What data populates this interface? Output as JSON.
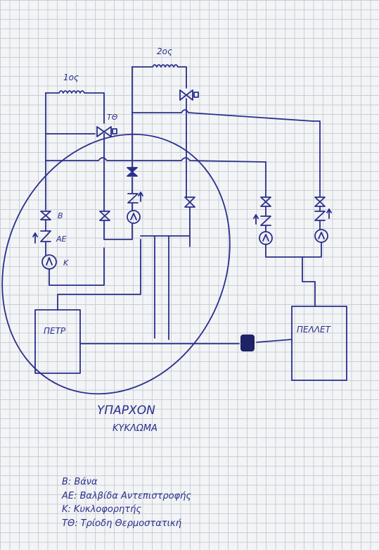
{
  "title": "ΥΠΑΡΧΟΝ ΚΥΚΛΩΜΑ",
  "title_line1": "ΥΠΑΡΧΟΝ",
  "title_line2": "ΚΥΚΛΩΜΑ",
  "floor_labels": {
    "floor1": "1ος",
    "floor2": "2ος"
  },
  "component_labels": {
    "three_way": "ΤΘ",
    "valve": "Β",
    "check_valve": "ΑΕ",
    "pump": "Κ"
  },
  "boilers": {
    "left": "ΠΕΤΡ",
    "right": "ΠΕΛΛΕΤ"
  },
  "legend": [
    {
      "code": "Β",
      "sep": ":",
      "desc": "Βάνα"
    },
    {
      "code": "ΑΕ",
      "sep": ":",
      "desc": "Βαλβίδα Αντεπιστροφής"
    },
    {
      "code": "Κ",
      "sep": ":",
      "desc": "Κυκλοφορητής"
    },
    {
      "code": "ΤΘ",
      "sep": ":",
      "desc": "Τρίοδη Θερμοστατική"
    }
  ],
  "colors": {
    "ink": "#2a2f8a",
    "paper": "#f3f4f6",
    "grid": "#c9ced6"
  }
}
